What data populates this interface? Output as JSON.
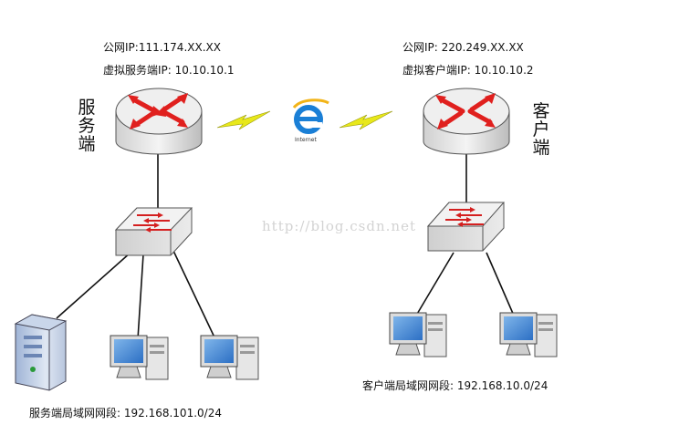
{
  "server_side": {
    "public_ip_label": "公网IP:111.174.XX.XX",
    "virtual_ip_label": "虚拟服务端IP: 10.10.10.1",
    "side_label": "服务端",
    "lan_label": "服务端局域网网段: 192.168.101.0/24"
  },
  "client_side": {
    "public_ip_label": "公网IP: 220.249.XX.XX",
    "virtual_ip_label": "虚拟客户端IP: 10.10.10.2",
    "side_label": "客户端",
    "lan_label": "客户端局域网网段: 192.168.10.0/24"
  },
  "internet": {
    "label": "Internet"
  },
  "watermark": "http://blog.csdn.net",
  "colors": {
    "router_arrow": "#e0201e",
    "switch_arrow": "#d42020",
    "lightning": "#e8e81a",
    "ie_blue": "#1a7fd6",
    "monitor_screen": "#4a8fd8"
  }
}
